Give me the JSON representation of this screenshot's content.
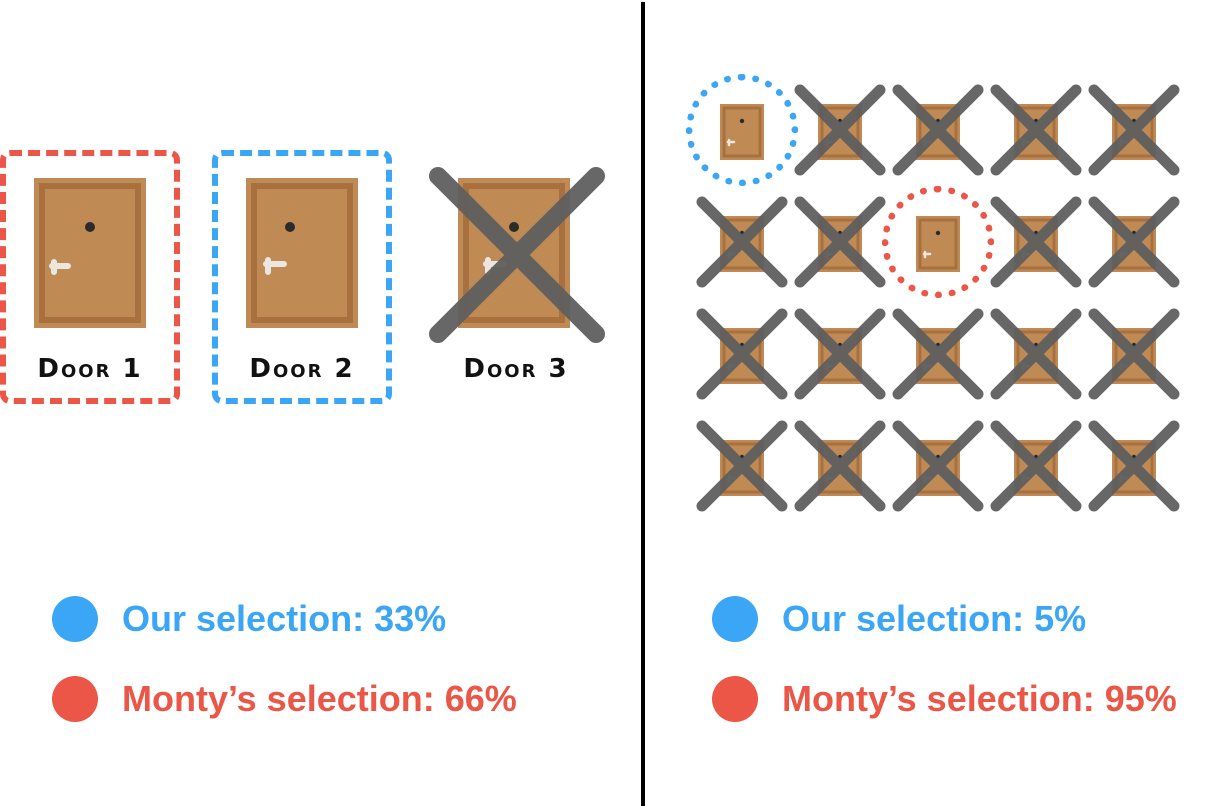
{
  "colors": {
    "blue": "#3aa6f5",
    "red": "#eb5647",
    "door": "#c08a55",
    "door_inner": "#a8703f",
    "cross": "#5f5f5f"
  },
  "left": {
    "doors": [
      {
        "label": "Door 1",
        "selected_by": "red",
        "eliminated": false
      },
      {
        "label": "Door 2",
        "selected_by": "blue",
        "eliminated": false
      },
      {
        "label": "Door 3",
        "selected_by": null,
        "eliminated": true
      }
    ],
    "legend": {
      "ours_label": "Our selection: ",
      "ours_value": "33%",
      "monty_label": "Monty’s selection: ",
      "monty_value": "66%"
    }
  },
  "right": {
    "grid_rows": 4,
    "grid_cols": 5,
    "our_pick": {
      "row": 1,
      "col": 1
    },
    "monty_pick": {
      "row": 2,
      "col": 3
    },
    "legend": {
      "ours_label": "Our selection: ",
      "ours_value": "5%",
      "monty_label": "Monty’s selection: ",
      "monty_value": "95%"
    }
  }
}
